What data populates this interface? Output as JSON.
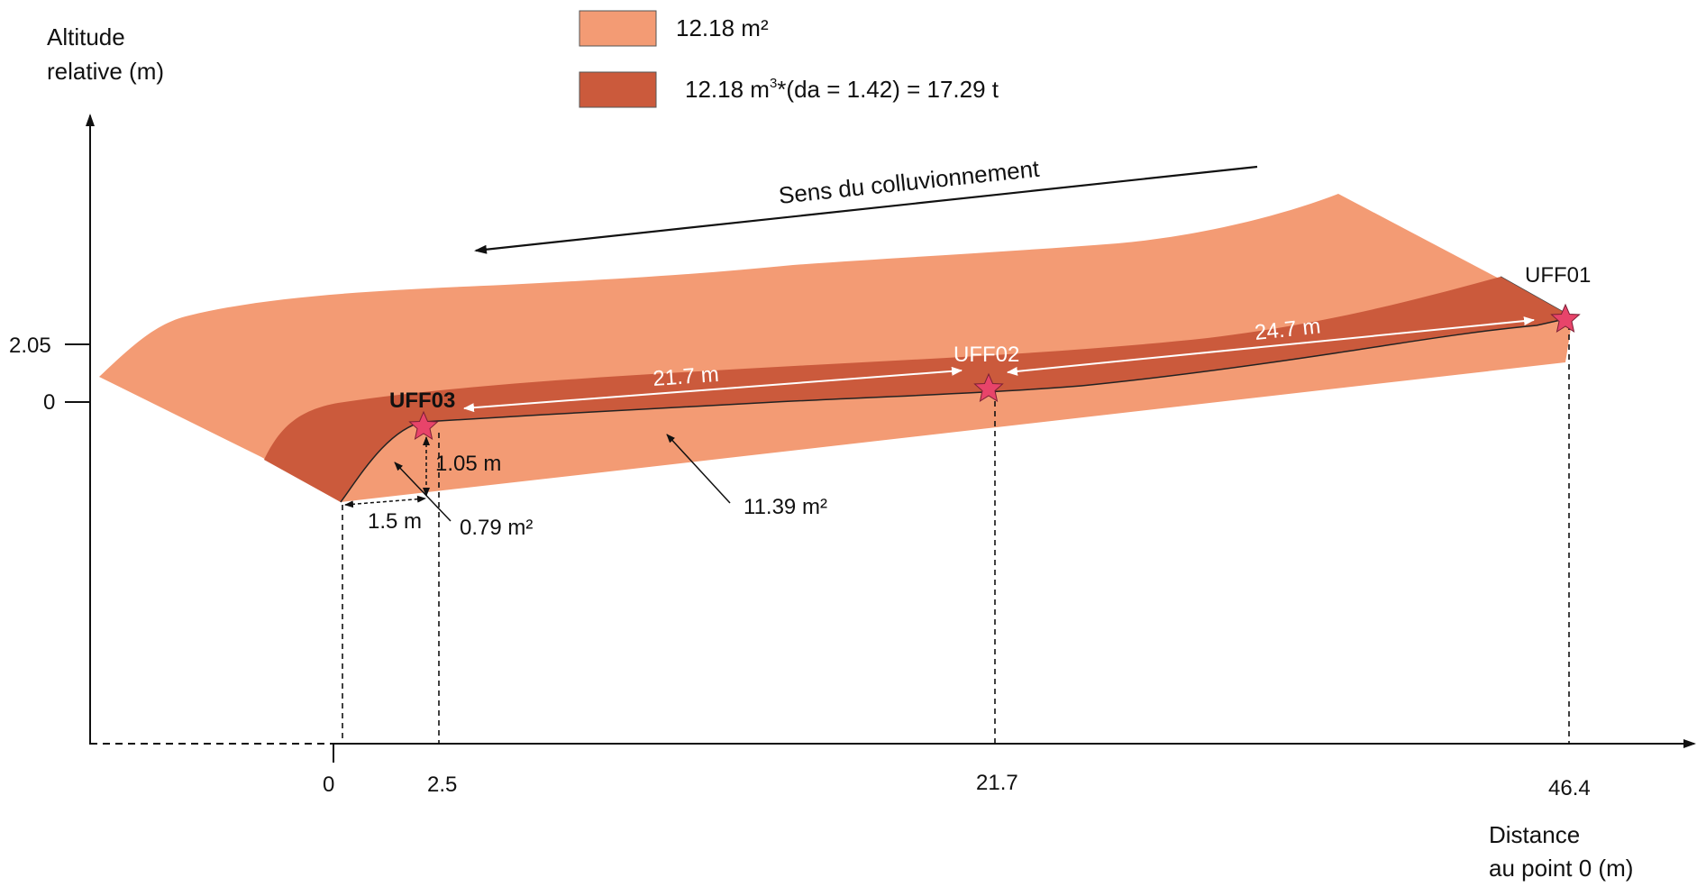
{
  "legend": {
    "area_label": "12.18 m²",
    "volume_prefix": "12.18 m",
    "volume_sup": "3",
    "volume_suffix": "*(da = 1.42) = 17.29 t"
  },
  "axes": {
    "y_label_line1": "Altitude",
    "y_label_line2": "relative (m)",
    "x_label_line1": "Distance",
    "x_label_line2": "au point 0 (m)",
    "y_ticks": [
      "2.05",
      "0"
    ],
    "x_ticks": [
      "0",
      "2.5",
      "21.7",
      "46.4"
    ]
  },
  "arrow_label": "Sens du colluvionnement",
  "samples": [
    {
      "name": "UFF03",
      "distance": 2.5
    },
    {
      "name": "UFF02",
      "distance": 21.7
    },
    {
      "name": "UFF01",
      "distance": 46.4
    }
  ],
  "measures": {
    "seg_a": "21.7 m",
    "seg_b": "24.7 m",
    "depth": "1.05 m",
    "width": "1.5 m",
    "small_area": "0.79 m²",
    "large_area": "11.39 m²"
  },
  "colors": {
    "light": "#f39b74",
    "dark": "#cb5a3c",
    "star": "#e8446a"
  }
}
